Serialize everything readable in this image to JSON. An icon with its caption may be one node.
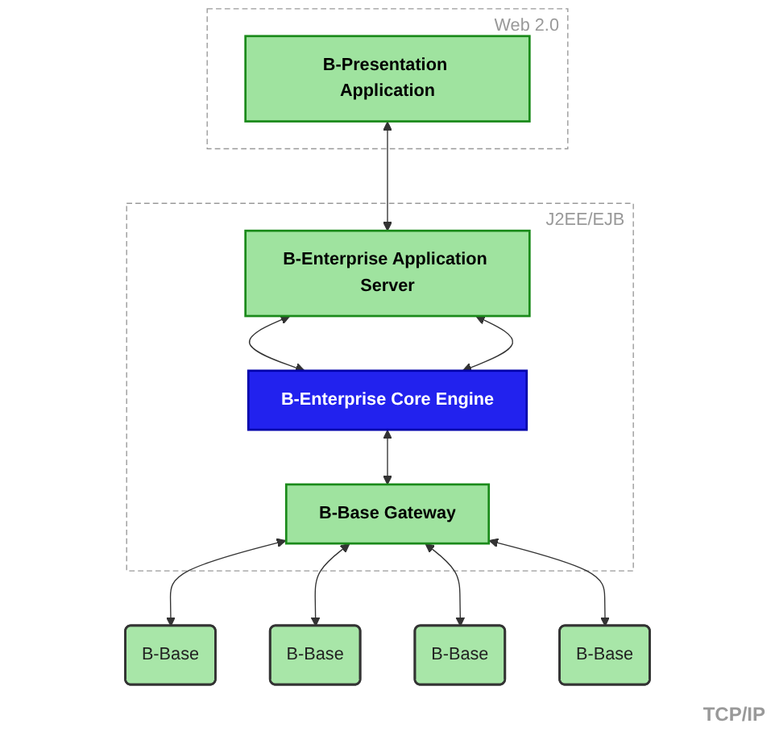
{
  "diagram": {
    "nodes": [
      {
        "text": [
          "Web 2.0"
        ]
      },
      {
        "text": [
          "B-Presentation Application"
        ],
        "in": 0
      },
      {
        "text": [
          "J2EE/EJB"
        ]
      },
      {
        "text": [
          "B-Enterprise Application Server"
        ],
        "in": 2
      },
      {
        "text": [
          "B-Enterprise Core Engine"
        ],
        "in": 2
      },
      {
        "text": [
          "B-Base Gateway"
        ],
        "in": 2
      },
      {
        "text": [
          "B-Base"
        ]
      },
      {
        "text": [
          "B-Base"
        ]
      },
      {
        "text": [
          "B-Base"
        ]
      },
      {
        "text": [
          "B-Base"
        ]
      }
    ],
    "edges": [
      {
        "from": 1,
        "to": 3,
        "arrow": "both"
      },
      {
        "from": 3,
        "to": 4,
        "arrow": "both"
      },
      {
        "from": 3,
        "to": 4,
        "arrow": "both"
      },
      {
        "from": 4,
        "to": 5,
        "arrow": "both"
      },
      {
        "from": 5,
        "to": 6,
        "arrow": "both"
      },
      {
        "from": 5,
        "to": 7,
        "arrow": "both"
      },
      {
        "from": 5,
        "to": 8,
        "arrow": "both"
      },
      {
        "from": 5,
        "to": 9,
        "arrow": "both"
      }
    ],
    "labels": [
      "TCP/IP"
    ]
  }
}
